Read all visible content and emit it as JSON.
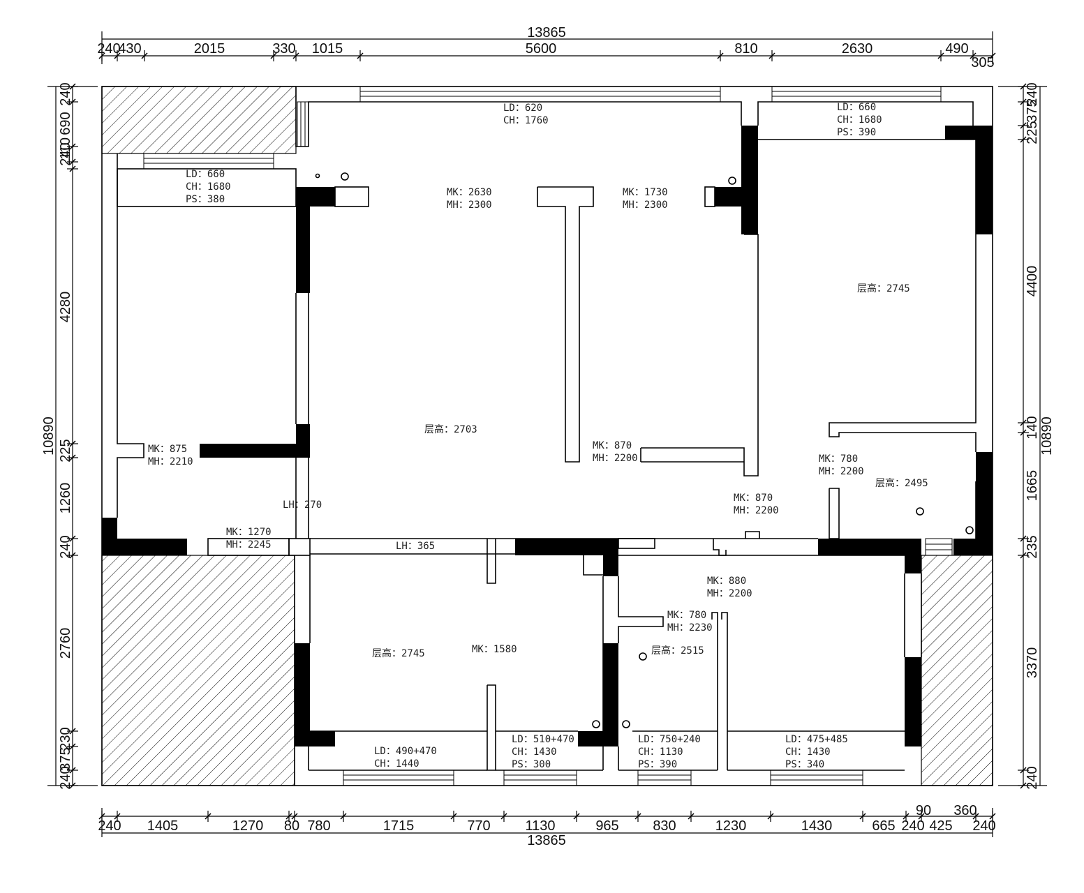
{
  "dimensions": {
    "top_total": "13865",
    "top_segments": [
      "240",
      "430",
      "2015",
      "330",
      "1015",
      "5600",
      "810",
      "2630",
      "490",
      "305"
    ],
    "bottom_total": "13865",
    "bottom_segments": [
      "240",
      "1405",
      "1270",
      "80",
      "780",
      "1715",
      "770",
      "1130",
      "965",
      "830",
      "1230",
      "1430",
      "665",
      "240",
      "425",
      "240"
    ],
    "bottom_extra": [
      "90",
      "360"
    ],
    "left_total": "10890",
    "left_segments": [
      "240",
      "690",
      "240",
      "110",
      "4280",
      "225",
      "1260",
      "240",
      "2760",
      "230",
      "375",
      "240"
    ],
    "right_total": "10890",
    "right_segments": [
      "240",
      "375",
      "225",
      "4400",
      "140",
      "1665",
      "235",
      "3370",
      "240"
    ]
  },
  "annotations": {
    "a1": [
      "LD：620",
      "CH：1760"
    ],
    "a2": [
      "LD：660",
      "CH：1680",
      "PS：390"
    ],
    "a3": [
      "LD：660",
      "CH：1680",
      "PS：380"
    ],
    "a4": [
      "MK：2630",
      "MH：2300"
    ],
    "a5": [
      "MK：1730",
      "MH：2300"
    ],
    "a6": [
      "层高：2745"
    ],
    "a7": [
      "层高：2703"
    ],
    "a8": [
      "MK：875",
      "MH：2210"
    ],
    "a9": [
      "MK：870",
      "MH：2200"
    ],
    "a10": [
      "MK：780",
      "MH：2200"
    ],
    "a11": [
      "层高：2495"
    ],
    "a12": [
      "LH：270"
    ],
    "a13": [
      "MK：870",
      "MH：2200"
    ],
    "a14": [
      "MK：1270",
      "MH：2245"
    ],
    "a15": [
      "LH：365"
    ],
    "a16": [
      "MK：880",
      "MH：2200"
    ],
    "a17": [
      "MK：780",
      "MH：2230"
    ],
    "a18": [
      "层高：2745"
    ],
    "a19": [
      "MK：1580"
    ],
    "a20": [
      "层高：2515"
    ],
    "a21": [
      "LD：490+470",
      "CH：1440"
    ],
    "a22": [
      "LD：510+470",
      "CH：1430",
      "PS：300"
    ],
    "a23": [
      "LD：750+240",
      "CH：1130",
      "PS：390"
    ],
    "a24": [
      "LD：475+485",
      "CH：1430",
      "PS：340"
    ]
  }
}
